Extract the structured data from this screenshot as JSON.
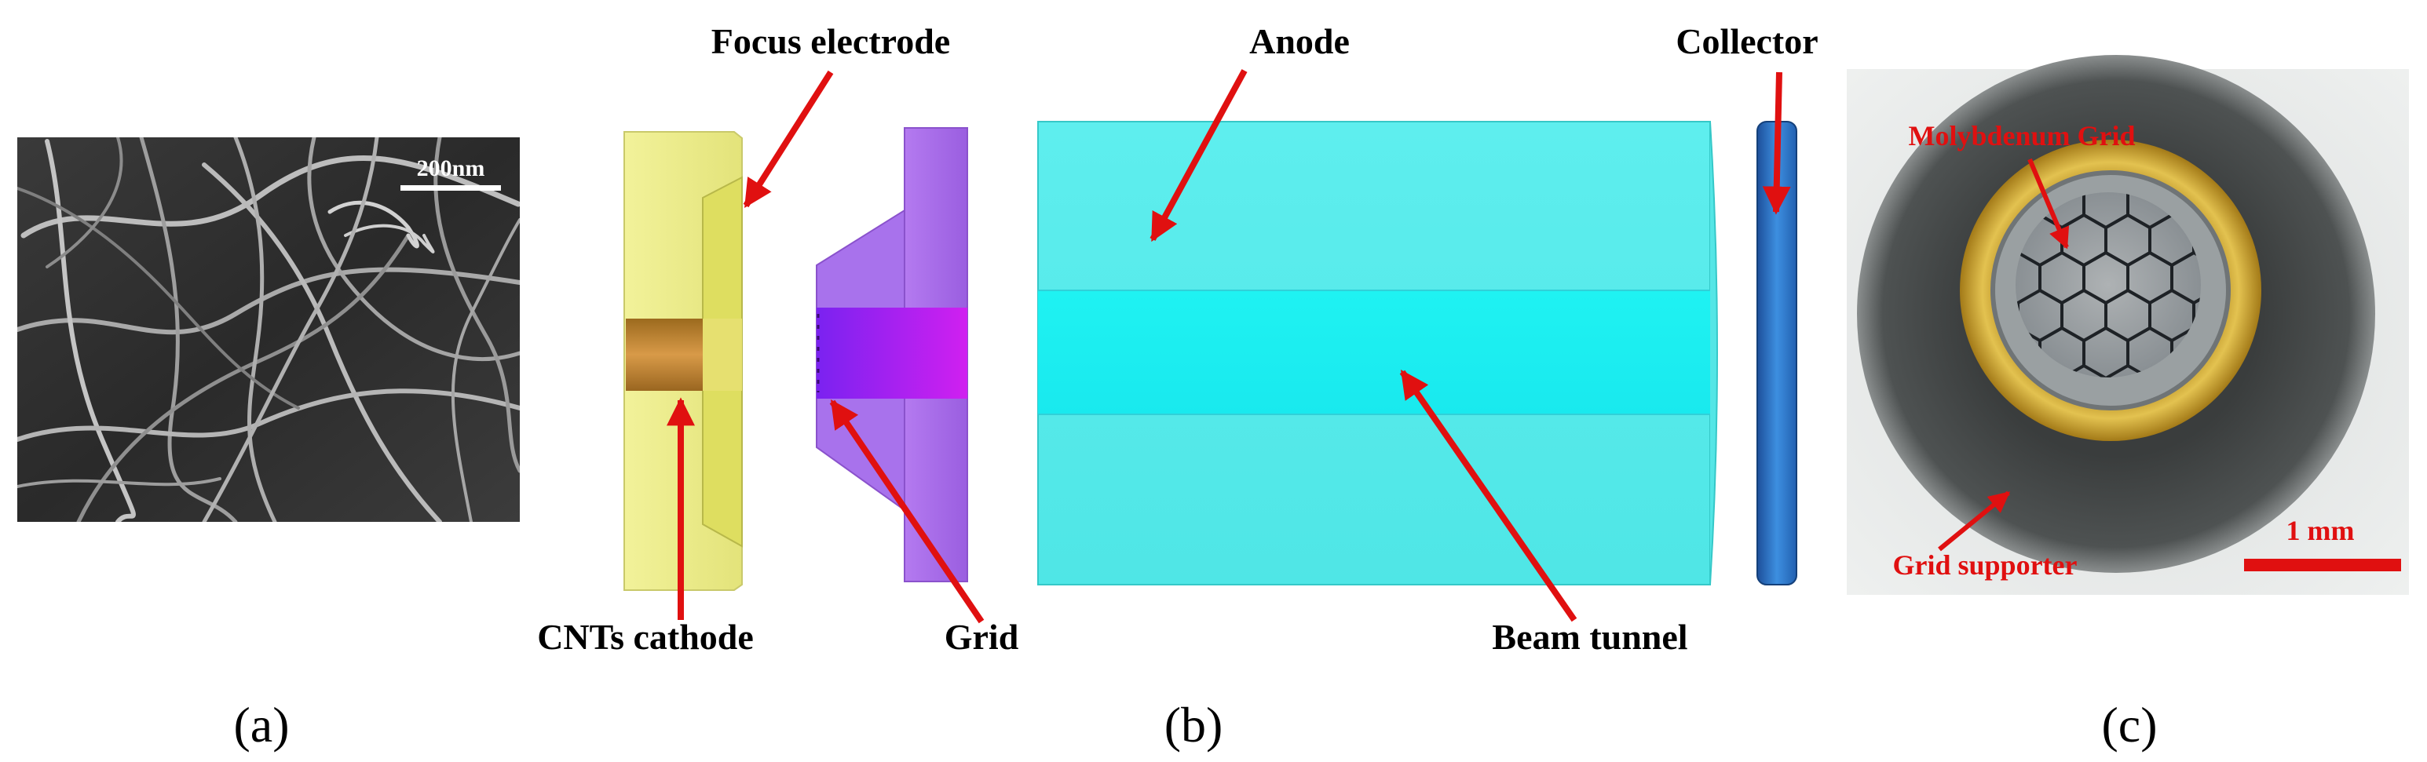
{
  "panels": {
    "a": {
      "label": "(a)",
      "scale_bar": "200nm"
    },
    "b": {
      "label": "(b)",
      "annotations": {
        "focus_electrode": "Focus electrode",
        "anode": "Anode",
        "collector": "Collector",
        "cnts_cathode": "CNTs cathode",
        "grid": "Grid",
        "beam_tunnel": "Beam tunnel"
      }
    },
    "c": {
      "label": "(c)",
      "annotations": {
        "molybdenum_grid": "Molybdenum Grid",
        "grid_supporter": "Grid supporter",
        "scale_bar": "1 mm"
      }
    }
  },
  "colors": {
    "annotation_red": "#e01010",
    "cathode_yellow": "#efef8a",
    "grid_purple": "#a268e6",
    "anode_cyan": "#56ecec",
    "collector_blue": "#2a6fc4",
    "grid_ring_gold": "#c8a234"
  }
}
